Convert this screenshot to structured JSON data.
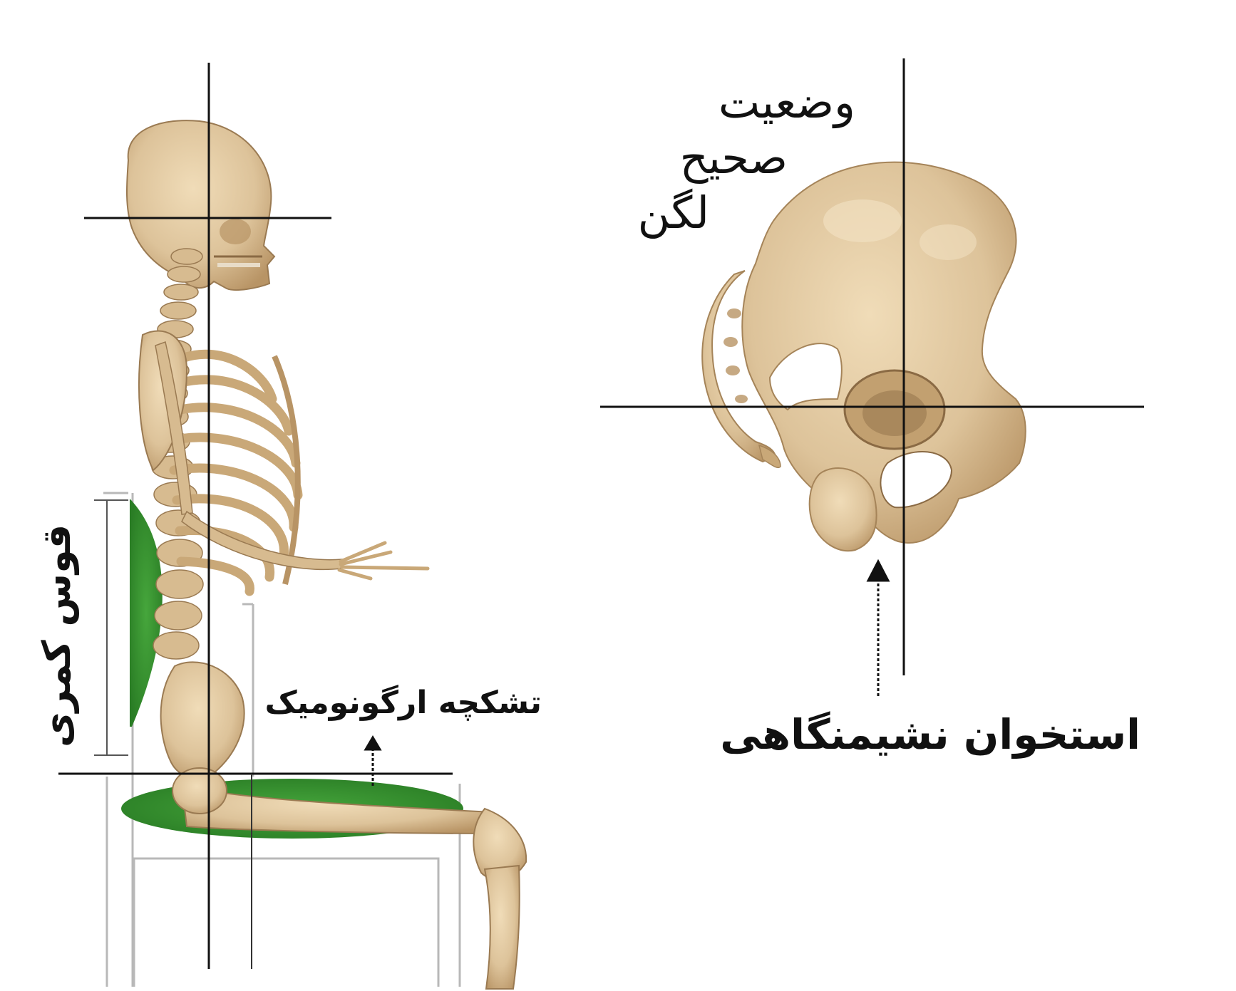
{
  "labels": {
    "pelvis_title_line1": "وضعیت",
    "pelvis_title_line2": "صحیح",
    "pelvis_title_line3": "لگن",
    "ischium": "استخوان نشیمنگاهی",
    "ergonomic_cushion": "تشکچه ارگونومیک",
    "lumbar_curve": "قوس کمری"
  },
  "colors": {
    "bone": "#ddc39a",
    "bone_shadow": "#b89465",
    "bone_dark": "#8a6a44",
    "cushion_green": "#2f8f2a",
    "chair_lines": "#b8b8b8",
    "reference_lines": "#111111"
  }
}
